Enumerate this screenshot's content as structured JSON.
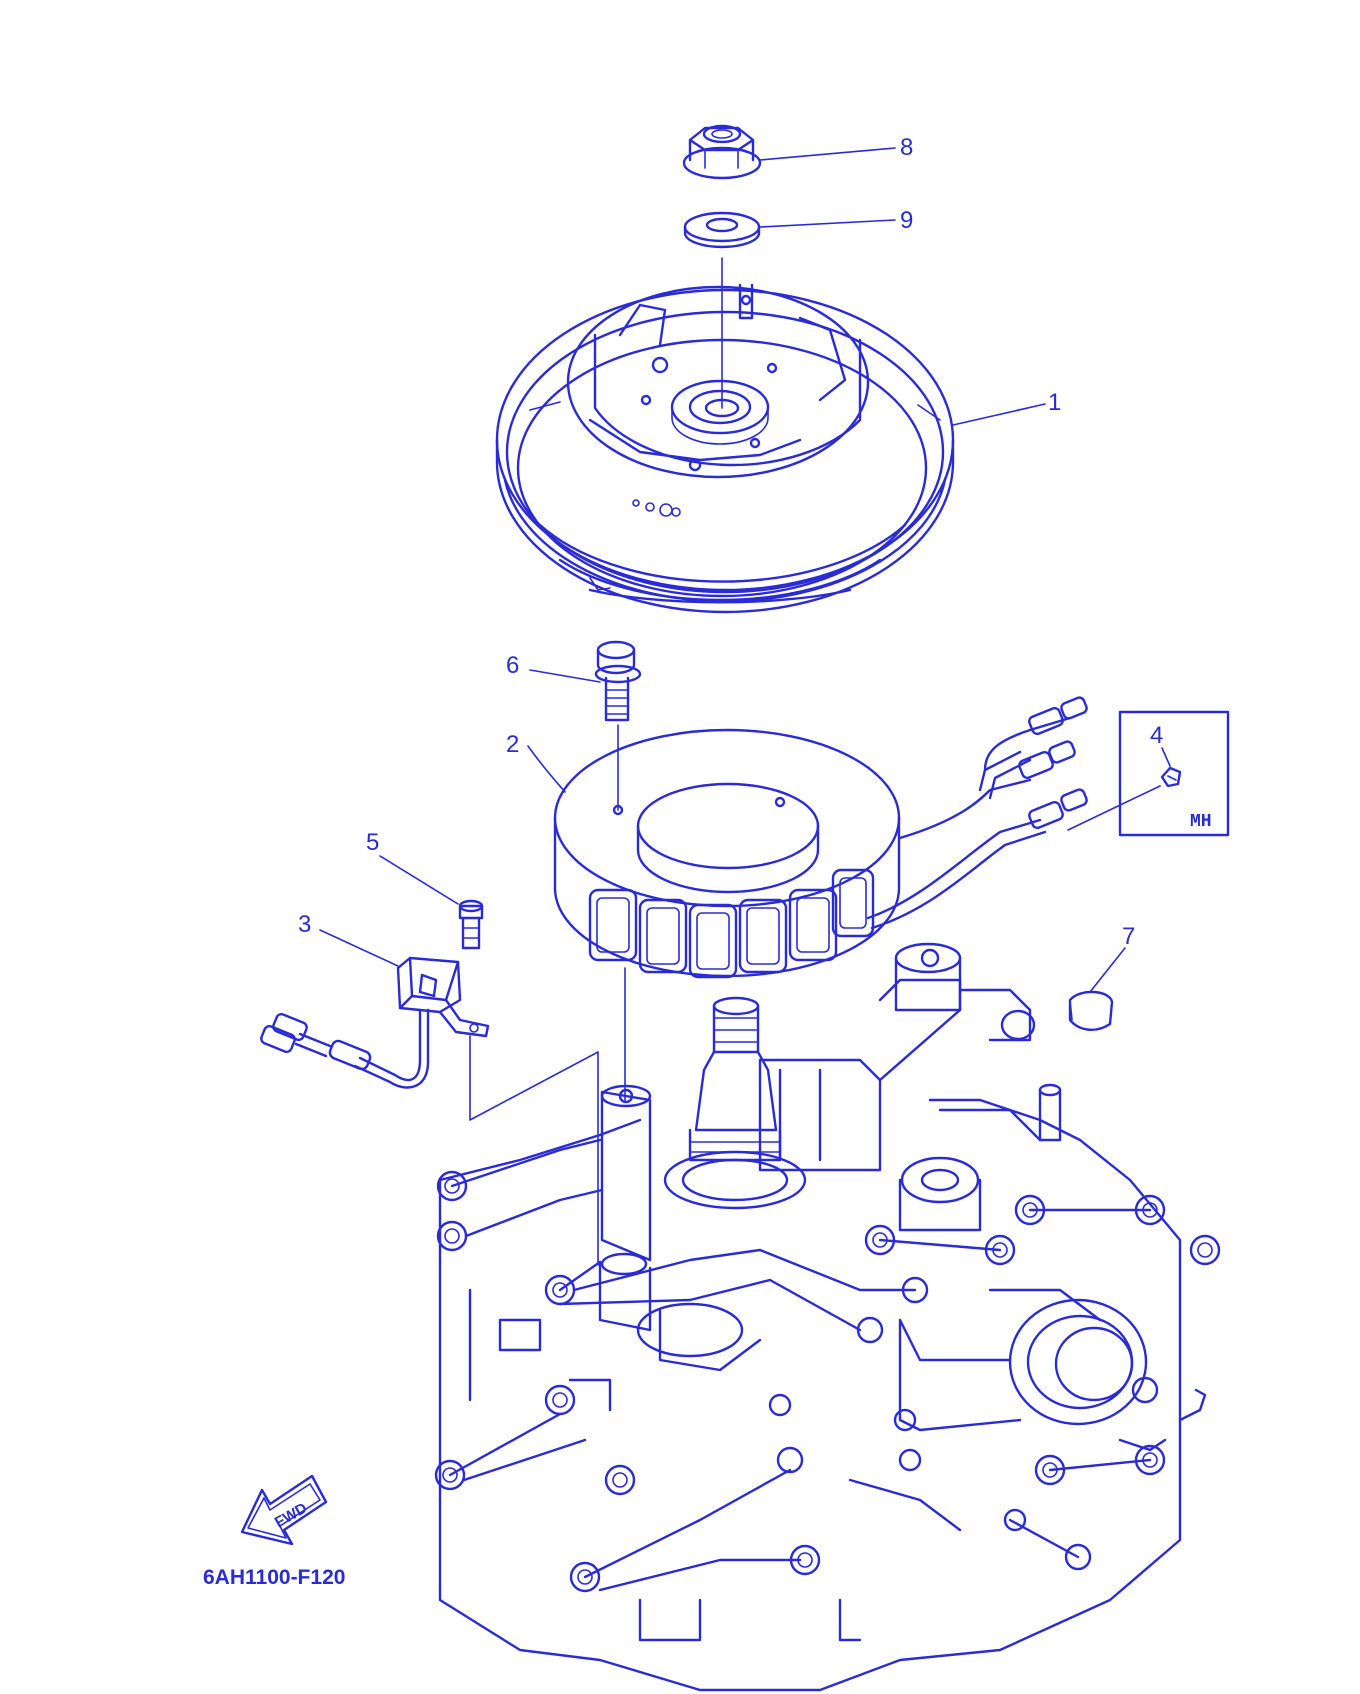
{
  "diagram": {
    "drawing_code": "6AH1100-F120",
    "direction_arrow_label": "FWD",
    "inset_label": "MH",
    "ink_color": "#2b2bd6",
    "callouts": [
      {
        "number": "1"
      },
      {
        "number": "2"
      },
      {
        "number": "3"
      },
      {
        "number": "4"
      },
      {
        "number": "5"
      },
      {
        "number": "6"
      },
      {
        "number": "7"
      },
      {
        "number": "8"
      },
      {
        "number": "9"
      }
    ]
  }
}
